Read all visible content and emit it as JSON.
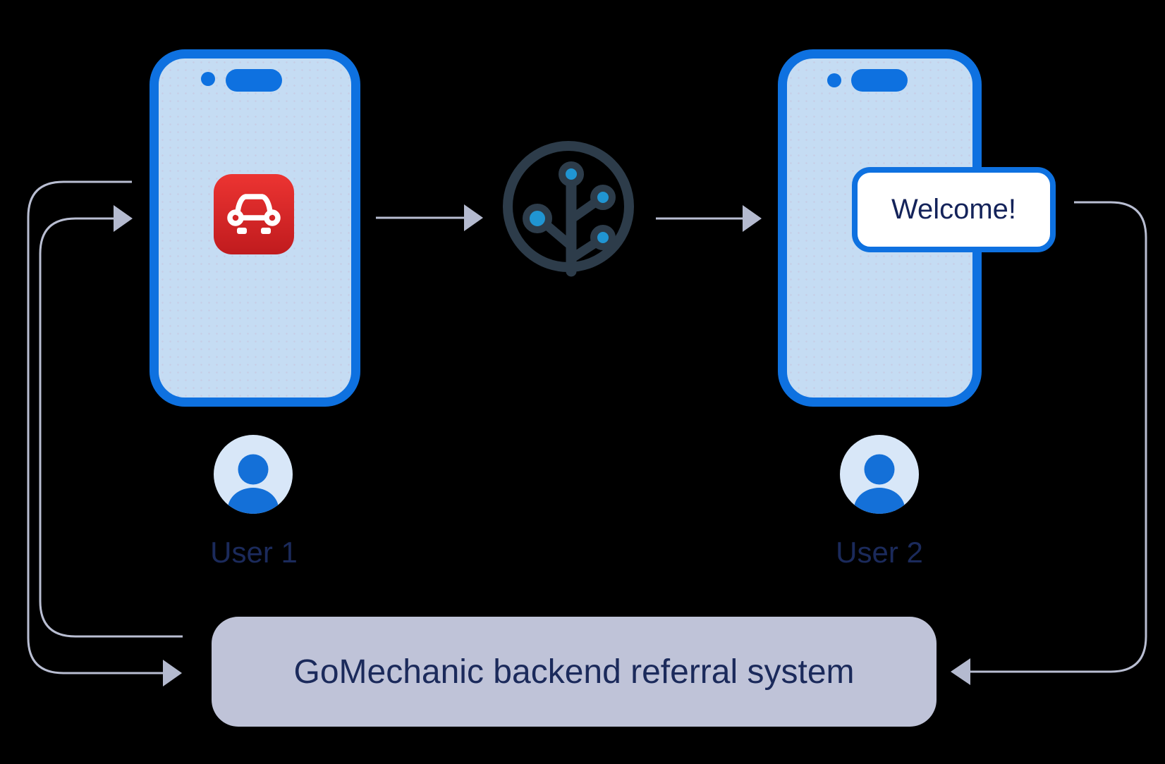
{
  "users": [
    {
      "label": "User 1"
    },
    {
      "label": "User 2"
    }
  ],
  "welcome_popup": {
    "text": "Welcome!"
  },
  "backend_box": {
    "label": "GoMechanic backend referral system"
  },
  "icons": {
    "user1_phone_app": "car-app-icon",
    "link_service": "branch-tree-icon",
    "user1": "person-avatar-icon",
    "user2": "person-avatar-icon",
    "phone_camera": "camera-dot-icon",
    "phone_notch": "dynamic-island"
  },
  "colors": {
    "background": "#000000",
    "phone_border_blue": "#0e71e0",
    "phone_screen_blue": "#c5dcf3",
    "app_icon_red": "#d6221f",
    "branch_dark": "#2d3c4a",
    "branch_node_blue": "#2095d2",
    "avatar_bg": "#d8e7f8",
    "avatar_person": "#1470d8",
    "connector_gray": "#b9bed2",
    "backend_box_bg": "#bfc3d8",
    "text_navy": "#1b2a5b",
    "welcome_card_bg": "#ffffff"
  }
}
